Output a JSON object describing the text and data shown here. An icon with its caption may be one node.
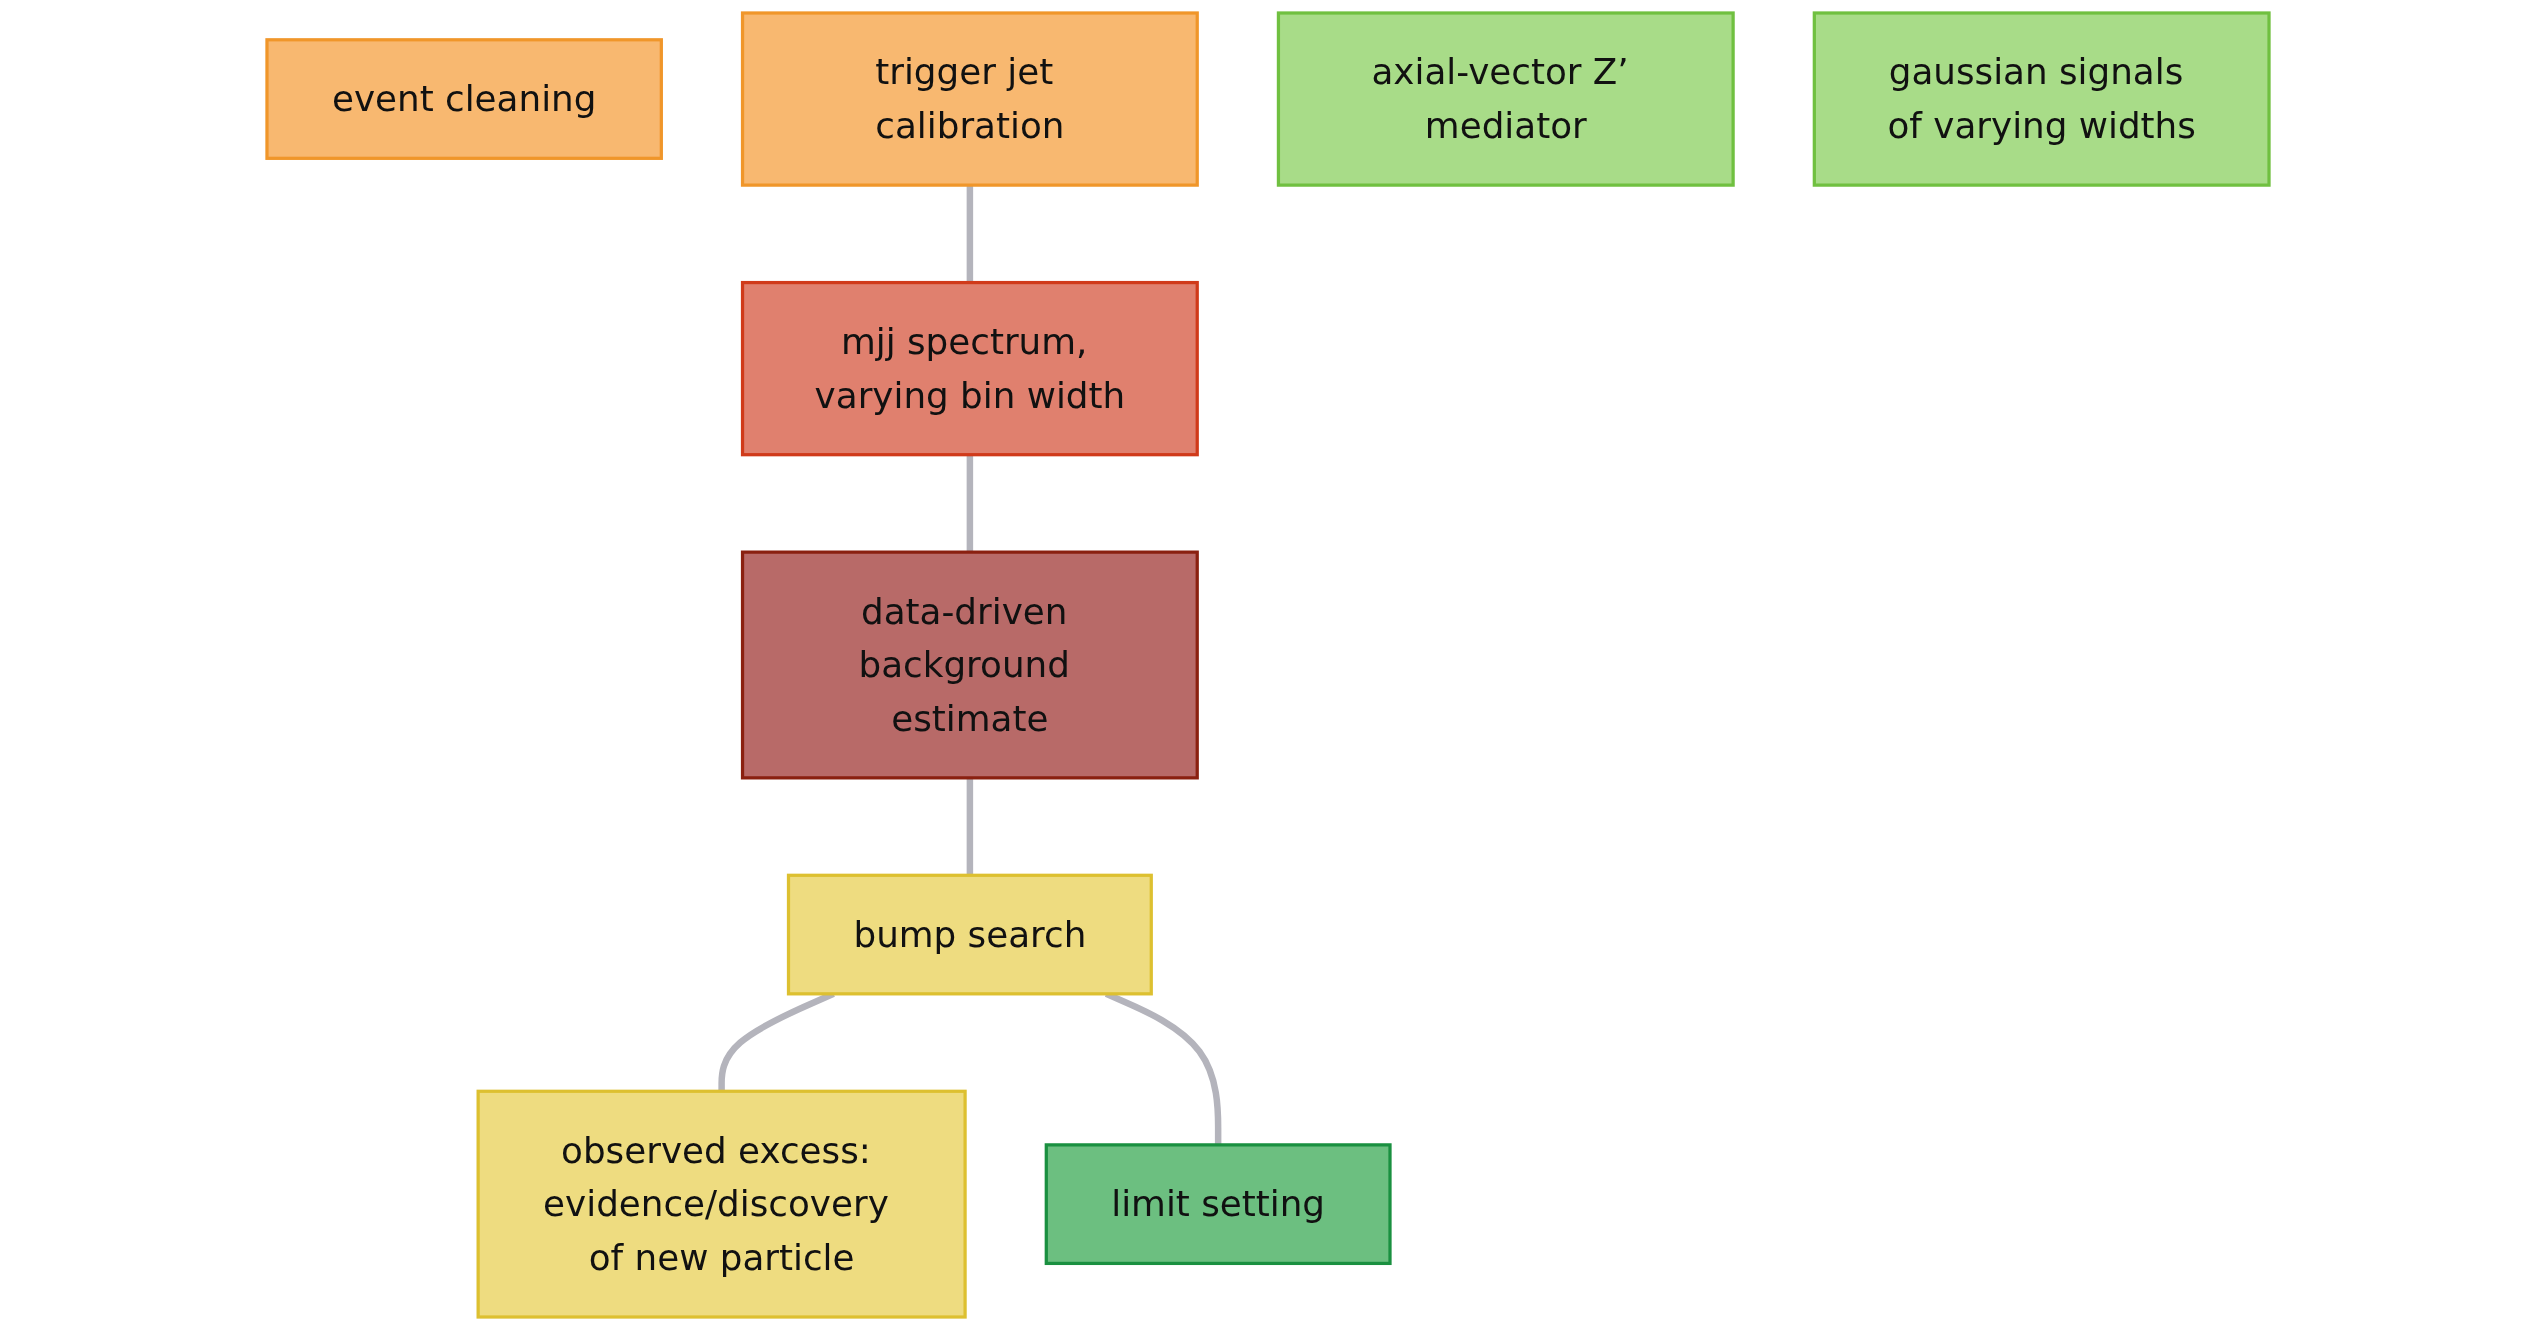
{
  "diagram": {
    "nodes": [
      {
        "text": [
          "event cleaning"
        ]
      },
      {
        "text": [
          "trigger jet calibration"
        ]
      },
      {
        "text": [
          "mjj spectrum, varying bin width"
        ]
      },
      {
        "text": [
          "data-driven background estimate"
        ]
      },
      {
        "text": [
          "bump search"
        ]
      },
      {
        "text": [
          "observed excess: evidence/discovery of new particle"
        ]
      },
      {
        "text": [
          "limit setting"
        ]
      },
      {
        "text": [
          "axial-vector Z’ mediator"
        ]
      },
      {
        "text": [
          "gaussian signals of varying widths"
        ]
      }
    ],
    "edges": [
      {
        "from": 1,
        "to": 2,
        "arrow": "none"
      },
      {
        "from": 2,
        "to": 3,
        "arrow": "none"
      },
      {
        "from": 3,
        "to": 4,
        "arrow": "none"
      },
      {
        "from": 4,
        "to": 5,
        "arrow": "none"
      },
      {
        "from": 4,
        "to": 6,
        "arrow": "none"
      }
    ]
  }
}
